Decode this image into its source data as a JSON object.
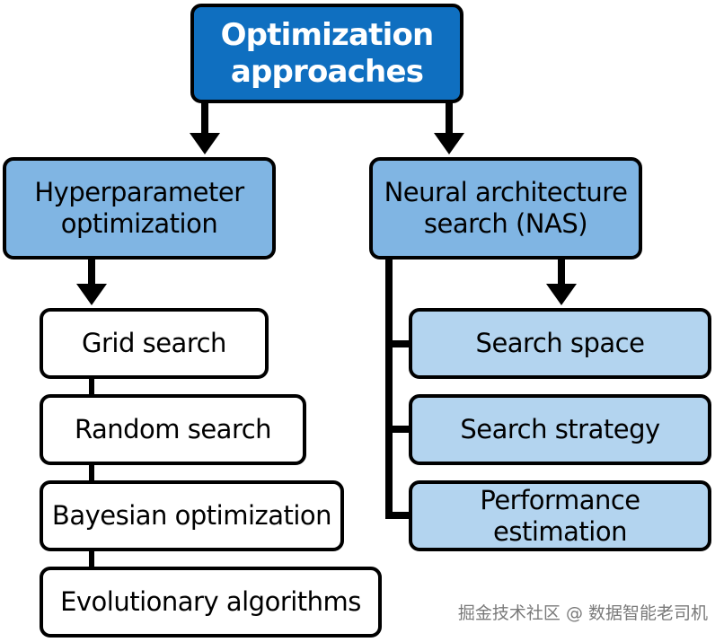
{
  "root": {
    "label": "Optimization\napproaches"
  },
  "branches": [
    {
      "label": "Hyperparameter\noptimization",
      "children": [
        "Grid search",
        "Random search",
        "Bayesian optimization",
        "Evolutionary algorithms"
      ]
    },
    {
      "label": "Neural architecture\nsearch (NAS)",
      "children": [
        "Search space",
        "Search strategy",
        "Performance estimation"
      ]
    }
  ],
  "colors": {
    "root_fill": "#0f6fc0",
    "root_text": "#ffffff",
    "branch_fill": "#80b5e3",
    "hpo_leaf_fill": "#ffffff",
    "nas_leaf_fill": "#b3d4ef",
    "border": "#000000"
  },
  "watermark": "掘金技术社区 @ 数据智能老司机"
}
